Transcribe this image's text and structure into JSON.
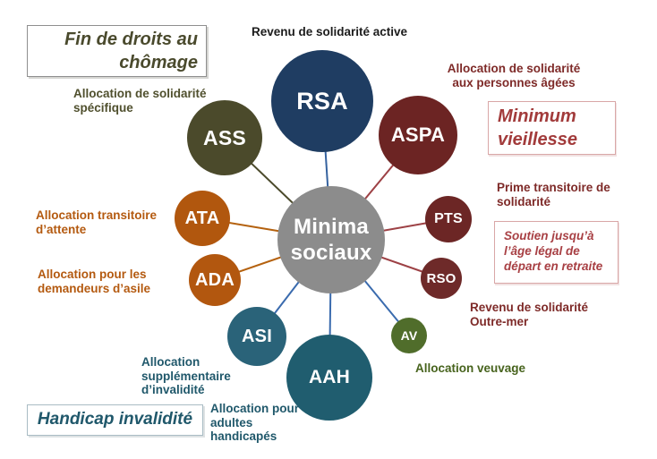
{
  "diagram": {
    "background": "#FFFFFF",
    "center": {
      "label_lines": [
        "Minima",
        "sociaux"
      ],
      "circle_color": "#8C8C8C",
      "text_color": "#FFFFFF"
    },
    "nodes": [
      {
        "id": "rsa",
        "abbr": "RSA",
        "circle_color": "#1F3D62",
        "line_color": "#35629F",
        "label_lines": [
          "Revenu de solidarité active"
        ],
        "label_color": "#1C1C1C"
      },
      {
        "id": "ass",
        "abbr": "ASS",
        "circle_color": "#4B4A2B",
        "line_color": "#4B4A2B",
        "label_lines": [
          "Allocation de solidarité",
          "spécifique"
        ],
        "label_color": "#50502E"
      },
      {
        "id": "aspa",
        "abbr": "ASPA",
        "circle_color": "#6C2423",
        "line_color": "#9D4145",
        "label_lines": [
          "Allocation de solidarité",
          "aux personnes âgées"
        ],
        "label_color": "#7E2A28"
      },
      {
        "id": "ata",
        "abbr": "ATA",
        "circle_color": "#B1570E",
        "line_color": "#B4610E",
        "label_lines": [
          "Allocation transitoire",
          "d’attente"
        ],
        "label_color": "#B45A10"
      },
      {
        "id": "pts",
        "abbr": "PTS",
        "circle_color": "#6C2625",
        "line_color": "#9D4145",
        "label_lines": [
          "Prime transitoire de",
          "solidarité"
        ],
        "label_color": "#7E2A28"
      },
      {
        "id": "ada",
        "abbr": "ADA",
        "circle_color": "#B2570F",
        "line_color": "#B4610E",
        "label_lines": [
          "Allocation pour les",
          "demandeurs d’asile"
        ],
        "label_color": "#B45A10"
      },
      {
        "id": "rso",
        "abbr": "RSO",
        "circle_color": "#6E2A29",
        "line_color": "#9D4145",
        "label_lines": [
          "Revenu de solidarité",
          "Outre-mer"
        ],
        "label_color": "#7E2A28"
      },
      {
        "id": "asi",
        "abbr": "ASI",
        "circle_color": "#2A6379",
        "line_color": "#3A6BAE",
        "label_lines": [
          "Allocation",
          "supplémentaire",
          "d’invalidité"
        ],
        "label_color": "#20586B"
      },
      {
        "id": "av",
        "abbr": "AV",
        "circle_color": "#506D2B",
        "line_color": "#3A6BAE",
        "label_lines": [
          "Allocation veuvage"
        ],
        "label_color": "#47631D"
      },
      {
        "id": "aah",
        "abbr": "AAH",
        "circle_color": "#205D6F",
        "line_color": "#3A6BAE",
        "label_lines": [
          "Allocation pour",
          "adultes",
          "handicapés"
        ],
        "label_color": "#20586B"
      }
    ],
    "boxes": [
      {
        "id": "fin-droits-chomage",
        "lines": [
          "Fin de droits au",
          "chômage"
        ],
        "text_color": "#4A4A2D",
        "border_color": "#8F8F8F"
      },
      {
        "id": "minimum-vieillesse",
        "lines": [
          "Minimum",
          "vieillesse"
        ],
        "text_color": "#A23B3B",
        "border_color": "#D9A7A7"
      },
      {
        "id": "soutien-retraite",
        "lines": [
          "Soutien jusqu’à",
          "l’âge légal de",
          "départ en retraite"
        ],
        "text_color": "#A84044",
        "border_color": "#D9A7A7"
      },
      {
        "id": "handicap-invalidite",
        "lines": [
          "Handicap invalidité"
        ],
        "text_color": "#20586B",
        "border_color": "#A9BCC4"
      }
    ]
  }
}
